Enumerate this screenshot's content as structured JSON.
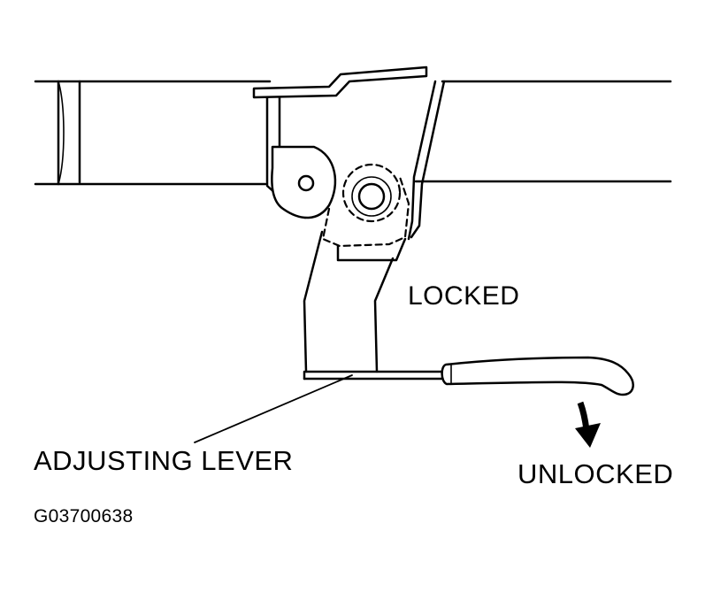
{
  "diagram": {
    "labels": {
      "locked": "LOCKED",
      "adjusting_lever": "ADJUSTING LEVER",
      "unlocked": "UNLOCKED",
      "figure_id": "G03700638"
    },
    "colors": {
      "ink": "#000000",
      "background": "#ffffff"
    },
    "icons": {
      "direction_arrow": "down-arrow-icon"
    }
  }
}
